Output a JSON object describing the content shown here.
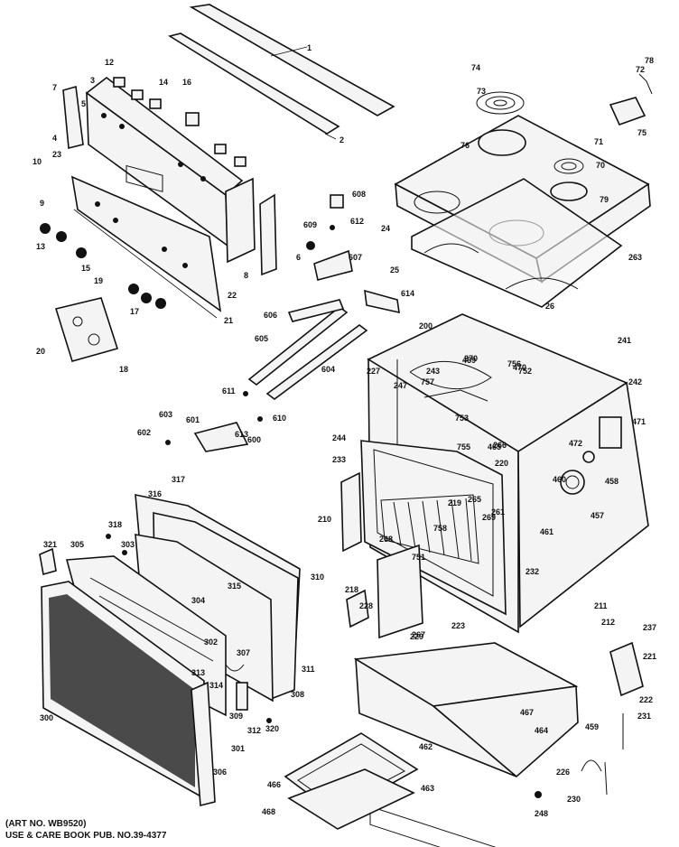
{
  "parts": {
    "cooktop_label": "70",
    "upper_labels": [
      "1",
      "2",
      "3",
      "4",
      "5",
      "6",
      "7",
      "8",
      "9",
      "10",
      "12",
      "13",
      "14",
      "15",
      "16",
      "17",
      "18",
      "19",
      "20",
      "21",
      "22",
      "23",
      "24",
      "25",
      "26",
      "263",
      "71",
      "72",
      "73",
      "74",
      "75",
      "76",
      "78",
      "79"
    ],
    "controls_labels": [
      "600",
      "601",
      "602",
      "603",
      "604",
      "605",
      "606",
      "607",
      "608",
      "609",
      "610",
      "611",
      "612",
      "613",
      "614"
    ],
    "oven_labels": [
      "200",
      "210",
      "211",
      "212",
      "218",
      "219",
      "220",
      "221",
      "222",
      "223",
      "226",
      "227",
      "228",
      "229",
      "230",
      "231",
      "232",
      "233",
      "237",
      "241",
      "242",
      "243",
      "244",
      "247",
      "248",
      "261",
      "265",
      "266",
      "267",
      "268",
      "269",
      "270",
      "471",
      "472",
      "457",
      "458",
      "459",
      "460",
      "461",
      "462",
      "463",
      "464",
      "465",
      "466",
      "467",
      "468",
      "469",
      "470",
      "751",
      "752",
      "753",
      "755",
      "756",
      "757",
      "758"
    ],
    "door_labels": [
      "300",
      "301",
      "302",
      "303",
      "304",
      "305",
      "306",
      "307",
      "308",
      "309",
      "310",
      "311",
      "312",
      "313",
      "314",
      "315",
      "316",
      "317",
      "318",
      "320",
      "321"
    ]
  },
  "footer": {
    "line1": "(ART NO. WB9520)",
    "line2": "USE & CARE BOOK PUB. NO.39-4377"
  }
}
